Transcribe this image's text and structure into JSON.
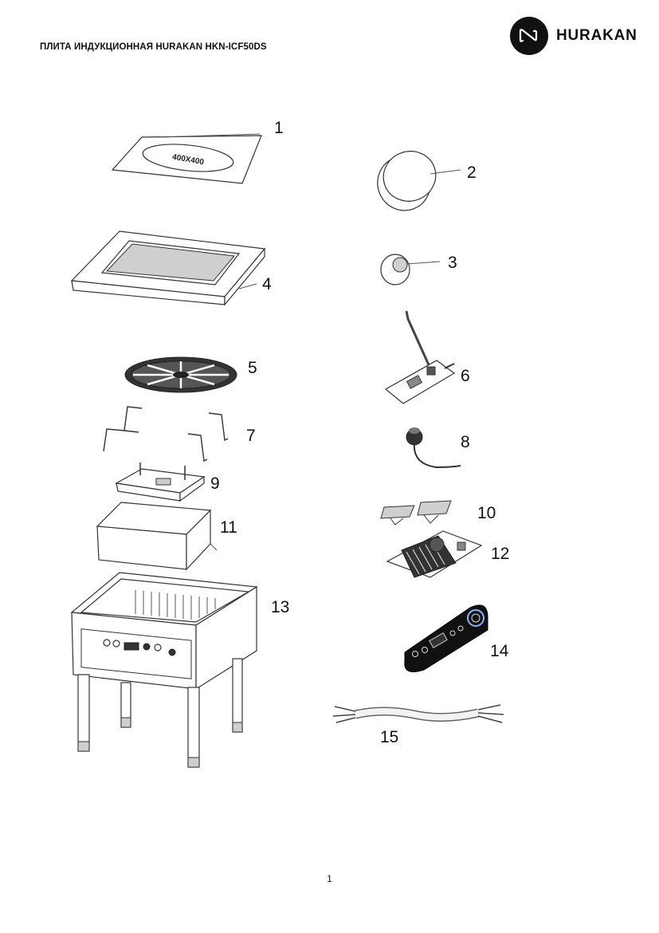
{
  "header": {
    "title": "ПЛИТА ИНДУКЦИОННАЯ HURAKAN HKN-ICF50DS",
    "brand": "HURAKAN"
  },
  "diagram": {
    "glass_label": "400X400",
    "callouts": [
      "1",
      "2",
      "3",
      "4",
      "5",
      "6",
      "7",
      "8",
      "9",
      "10",
      "11",
      "12",
      "13",
      "14",
      "15"
    ]
  },
  "footer": {
    "page_number": "1"
  }
}
